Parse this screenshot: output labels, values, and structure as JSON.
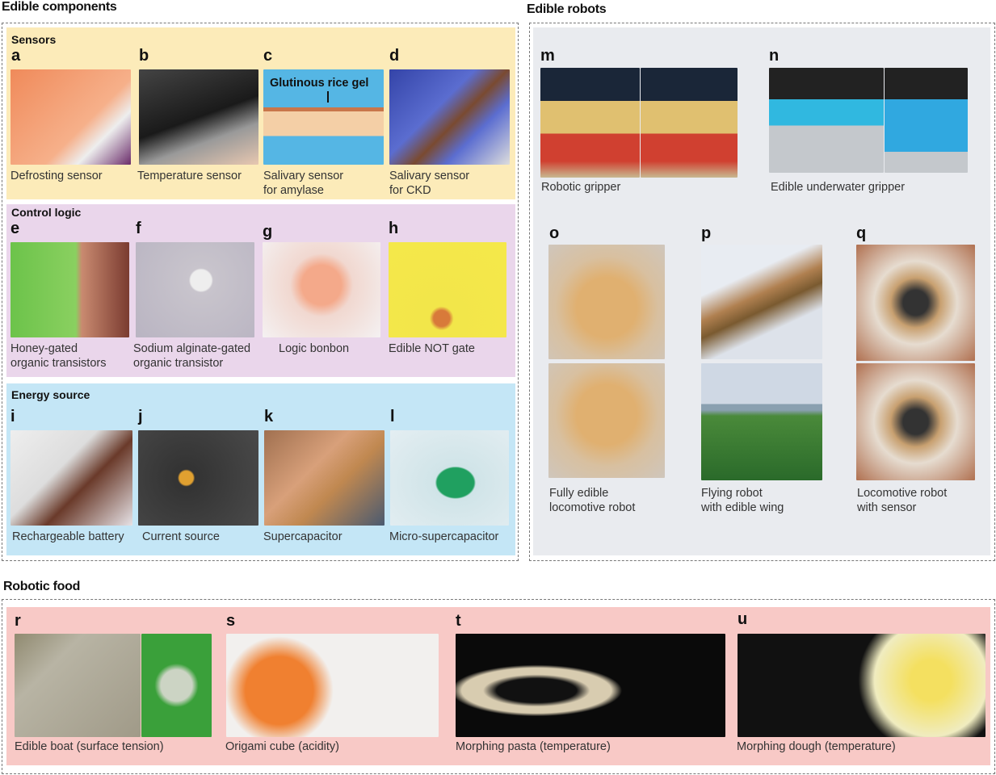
{
  "sections": {
    "edible_components": "Edible components",
    "edible_robots": "Edible robots",
    "robotic_food": "Robotic food"
  },
  "groups": {
    "sensors": "Sensors",
    "control_logic": "Control logic",
    "energy_source": "Energy source"
  },
  "panels": {
    "a": {
      "letter": "a",
      "caption": [
        "Defrosting sensor"
      ]
    },
    "b": {
      "letter": "b",
      "caption": [
        "Temperature sensor"
      ]
    },
    "c": {
      "letter": "c",
      "caption": [
        "Salivary sensor",
        "for amylase"
      ],
      "annotation": "Glutinous rice gel"
    },
    "d": {
      "letter": "d",
      "caption": [
        "Salivary sensor",
        "for CKD"
      ]
    },
    "e": {
      "letter": "e",
      "caption": [
        "Honey-gated",
        "organic transistors"
      ]
    },
    "f": {
      "letter": "f",
      "caption": [
        "Sodium alginate-gated",
        "organic transistor"
      ]
    },
    "g": {
      "letter": "g",
      "caption": [
        "Logic bonbon"
      ]
    },
    "h": {
      "letter": "h",
      "caption": [
        "Edible NOT gate"
      ]
    },
    "i": {
      "letter": "i",
      "caption": [
        "Rechargeable battery"
      ]
    },
    "j": {
      "letter": "j",
      "caption": [
        "Current source"
      ]
    },
    "k": {
      "letter": "k",
      "caption": [
        "Supercapacitor"
      ]
    },
    "l": {
      "letter": "l",
      "caption": [
        "Micro-supercapacitor"
      ]
    },
    "m": {
      "letter": "m",
      "caption": [
        "Robotic gripper"
      ]
    },
    "n": {
      "letter": "n",
      "caption": [
        "Edible underwater gripper"
      ]
    },
    "o": {
      "letter": "o",
      "caption": [
        "Fully edible",
        "locomotive robot"
      ]
    },
    "p": {
      "letter": "p",
      "caption": [
        "Flying robot",
        "with edible wing"
      ]
    },
    "q": {
      "letter": "q",
      "caption": [
        "Locomotive robot",
        "with sensor"
      ]
    },
    "r": {
      "letter": "r",
      "caption": [
        "Edible boat (surface tension)"
      ]
    },
    "s": {
      "letter": "s",
      "caption": [
        "Origami cube (acidity)"
      ]
    },
    "t": {
      "letter": "t",
      "caption": [
        "Morphing pasta (temperature)"
      ]
    },
    "u": {
      "letter": "u",
      "caption": [
        "Morphing dough (temperature)"
      ]
    }
  },
  "colors": {
    "sensors_bg": "#fcebb9",
    "control_bg": "#ead6eb",
    "energy_bg": "#c4e6f6",
    "robots_bg": "#e9ebef",
    "food_bg": "#f8c9c6"
  }
}
